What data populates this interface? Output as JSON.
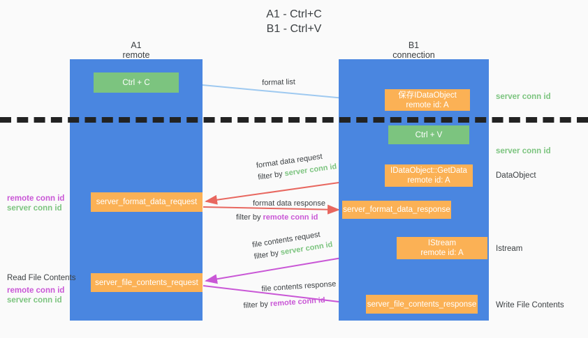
{
  "title": "A1 - Ctrl+C\nB1 - Ctrl+V",
  "colors": {
    "lane": "#4a86e0",
    "green_node": "#7cc47f",
    "orange_node": "#fbb155",
    "server_conn_id": "#7cc47f",
    "remote_conn_id": "#c957d6",
    "arrow_light_blue": "#9ec9f0",
    "arrow_red": "#e8675f",
    "arrow_magenta": "#c957d6",
    "arrow_black": "#000000",
    "divider": "#222222",
    "background": "#fafafa"
  },
  "columns": {
    "left": {
      "name": "A1",
      "sub": "remote"
    },
    "right": {
      "name": "B1",
      "sub": "connection"
    }
  },
  "nodes": {
    "ctrl_c": {
      "line1": "Ctrl + C",
      "line2": ""
    },
    "save_idataobject": {
      "line1": "保存IDataObject",
      "line2": "remote id: A"
    },
    "ctrl_v": {
      "line1": "Ctrl + V",
      "line2": ""
    },
    "getdata": {
      "line1": "IDataObject::GetData",
      "line2": "remote id: A"
    },
    "format_data_request": {
      "line1": "server_format_data_request",
      "line2": ""
    },
    "format_data_response": {
      "line1": "server_format_data_response",
      "line2": ""
    },
    "istream": {
      "line1": "IStream",
      "line2": "remote id: A"
    },
    "file_contents_request": {
      "line1": "server_file_contents_request",
      "line2": ""
    },
    "file_contents_response": {
      "line1": "server_file_contents_response",
      "line2": ""
    }
  },
  "edge_labels": {
    "format_list": "format list",
    "format_data_request_l1": "format data request",
    "format_data_request_l2_prefix": "filter by ",
    "format_data_request_l2_accent": "server conn id",
    "format_data_response_l1": "format data response",
    "format_data_response_l2_prefix": "filter by ",
    "format_data_response_l2_accent": "remote conn id",
    "file_contents_request_l1": "file contents request",
    "file_contents_request_l2_prefix": "filter by ",
    "file_contents_request_l2_accent": "server conn id",
    "file_contents_response_l1": "file contents response",
    "file_contents_response_l2_prefix": "filter by ",
    "file_contents_response_l2_accent": "remote conn id"
  },
  "right_labels": {
    "server_conn_id_top": "server conn id",
    "server_conn_id_mid": "server conn id",
    "dataobject": "DataObject",
    "istream": "Istream",
    "write_file_contents": "Write File Contents"
  },
  "left_labels": {
    "remote_conn_id_1": "remote conn id",
    "server_conn_id_1": "server conn id",
    "read_file_contents": "Read File Contents",
    "remote_conn_id_2": "remote conn id",
    "server_conn_id_2": "server conn id"
  }
}
